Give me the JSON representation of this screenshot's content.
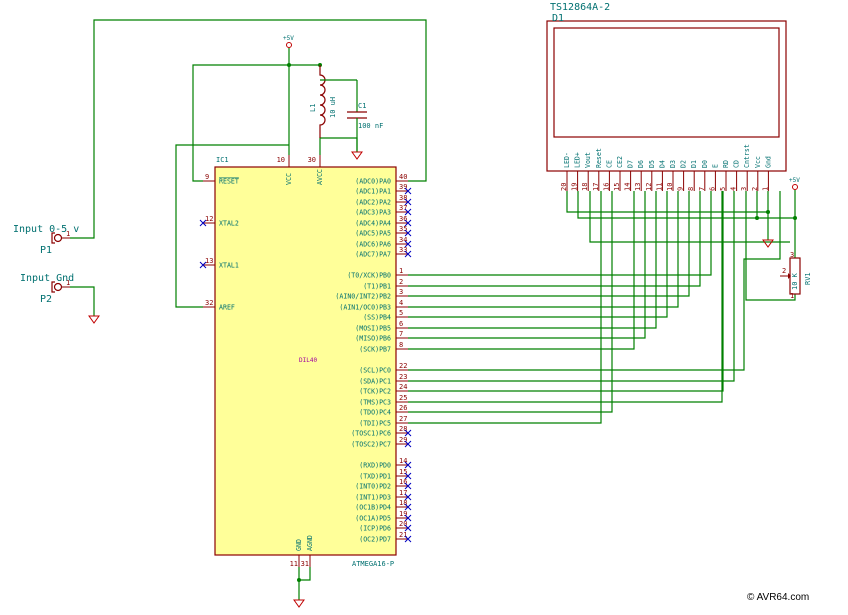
{
  "mcu": {
    "ref": "IC1",
    "value": "ATMEGA16-P",
    "package": "DIL40",
    "top_pins": [
      {
        "num": "10",
        "name": "VCC"
      },
      {
        "num": "30",
        "name": "AVCC"
      }
    ],
    "bottom_pins": [
      {
        "num": "11",
        "name": "GND"
      },
      {
        "num": "31",
        "name": "AGND"
      }
    ],
    "left_pins": [
      {
        "num": "9",
        "name": "RESET"
      },
      {
        "num": "12",
        "name": "XTAL2"
      },
      {
        "num": "13",
        "name": "XTAL1"
      },
      {
        "num": "32",
        "name": "AREF"
      }
    ],
    "right_pins": [
      {
        "num": "40",
        "name": "(ADC0)PA0"
      },
      {
        "num": "39",
        "name": "(ADC1)PA1"
      },
      {
        "num": "38",
        "name": "(ADC2)PA2"
      },
      {
        "num": "37",
        "name": "(ADC3)PA3"
      },
      {
        "num": "36",
        "name": "(ADC4)PA4"
      },
      {
        "num": "35",
        "name": "(ADC5)PA5"
      },
      {
        "num": "34",
        "name": "(ADC6)PA6"
      },
      {
        "num": "33",
        "name": "(ADC7)PA7"
      },
      {
        "num": "1",
        "name": "(T0/XCK)PB0"
      },
      {
        "num": "2",
        "name": "(T1)PB1"
      },
      {
        "num": "3",
        "name": "(AIN0/INT2)PB2"
      },
      {
        "num": "4",
        "name": "(AIN1/OC0)PB3"
      },
      {
        "num": "5",
        "name": "(SS)PB4"
      },
      {
        "num": "6",
        "name": "(MOSI)PB5"
      },
      {
        "num": "7",
        "name": "(MISO)PB6"
      },
      {
        "num": "8",
        "name": "(SCK)PB7"
      },
      {
        "num": "22",
        "name": "(SCL)PC0"
      },
      {
        "num": "23",
        "name": "(SDA)PC1"
      },
      {
        "num": "24",
        "name": "(TCK)PC2"
      },
      {
        "num": "25",
        "name": "(TMS)PC3"
      },
      {
        "num": "26",
        "name": "(TDO)PC4"
      },
      {
        "num": "27",
        "name": "(TDI)PC5"
      },
      {
        "num": "28",
        "name": "(TOSC1)PC6"
      },
      {
        "num": "29",
        "name": "(TOSC2)PC7"
      },
      {
        "num": "14",
        "name": "(RXD)PD0"
      },
      {
        "num": "15",
        "name": "(TXD)PD1"
      },
      {
        "num": "16",
        "name": "(INT0)PD2"
      },
      {
        "num": "17",
        "name": "(INT1)PD3"
      },
      {
        "num": "18",
        "name": "(OC1B)PD4"
      },
      {
        "num": "19",
        "name": "(OC1A)PD5"
      },
      {
        "num": "20",
        "name": "(ICP)PD6"
      },
      {
        "num": "21",
        "name": "(OC2)PD7"
      }
    ]
  },
  "lcd": {
    "part": "TS12864A-2",
    "ref": "D1",
    "pins": [
      {
        "num": "20",
        "name": "LED-"
      },
      {
        "num": "19",
        "name": "LED+"
      },
      {
        "num": "18",
        "name": "Vout"
      },
      {
        "num": "17",
        "name": "Reset"
      },
      {
        "num": "16",
        "name": "CE"
      },
      {
        "num": "15",
        "name": "CE2"
      },
      {
        "num": "14",
        "name": "D7"
      },
      {
        "num": "13",
        "name": "D6"
      },
      {
        "num": "12",
        "name": "D5"
      },
      {
        "num": "11",
        "name": "D4"
      },
      {
        "num": "10",
        "name": "D3"
      },
      {
        "num": "9",
        "name": "D2"
      },
      {
        "num": "8",
        "name": "D1"
      },
      {
        "num": "7",
        "name": "D0"
      },
      {
        "num": "6",
        "name": "E"
      },
      {
        "num": "5",
        "name": "RD"
      },
      {
        "num": "4",
        "name": "CD"
      },
      {
        "num": "3",
        "name": "Cntrst"
      },
      {
        "num": "2",
        "name": "Vcc"
      },
      {
        "num": "1",
        "name": "Gnd"
      }
    ]
  },
  "inductor": {
    "ref": "L1",
    "value": "10 uH"
  },
  "capacitor": {
    "ref": "C1",
    "value": "100 nF"
  },
  "pot": {
    "ref": "RV1",
    "value": "10 K",
    "pins": [
      "3",
      "2",
      "1"
    ]
  },
  "connectors": [
    {
      "ref": "P1",
      "label": "Input 0-5 v",
      "pin": "1"
    },
    {
      "ref": "P2",
      "label": "Input Gnd",
      "pin": "1"
    }
  ],
  "power_labels": {
    "vcc": "+5V"
  },
  "copyright": "© AVR64.com",
  "colors": {
    "wire": "#008000",
    "body_fill": "#ffff99",
    "body_stroke": "#8b0000",
    "text": "#007070",
    "no_connect": "#0000c0",
    "power": "#c00000"
  }
}
